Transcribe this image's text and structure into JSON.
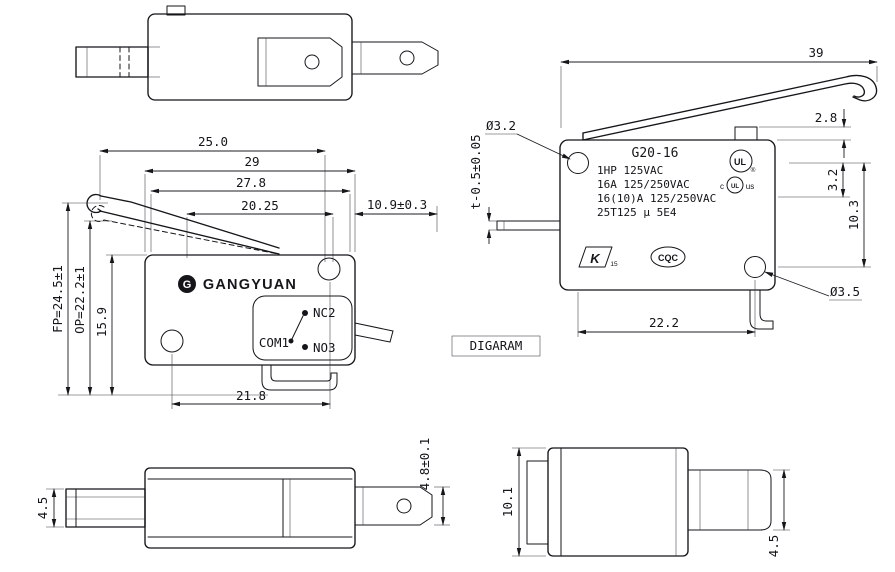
{
  "product": {
    "brand": "GANGYUAN",
    "logo_letter": "G",
    "model": "G20-16",
    "caption": "DIGARAM",
    "ratings": [
      "1HP 125VAC",
      "16A 125/250VAC",
      "16(10)A 125/250VAC",
      "25T125 μ 5E4"
    ],
    "circuit": {
      "nc": "NC2",
      "com": "COM1",
      "no": "NO3"
    },
    "certs": {
      "ul": "UL",
      "ul_reg": "®",
      "c_small": "c",
      "ul_small": "UL",
      "us_small": "us",
      "k": "K",
      "k_num": "15",
      "cqc": "CQC"
    }
  },
  "dims": {
    "front": {
      "lever_span": "25.0",
      "overall_width": "29",
      "body_width": "27.8",
      "inner_span": "20.25",
      "terminal_length": "10.9±0.3",
      "free_position": "FP=24.5±1",
      "operating_position": "OP=22.2±1",
      "body_height": "15.9",
      "hole_spacing": "21.8"
    },
    "side": {
      "lever_length": "39",
      "button_height": "2.8",
      "hole_dia_top": "Ø3.2",
      "terminal_thickness": "t-0.5±0.05",
      "hole_offset": "3.2",
      "hole_vertical": "10.3",
      "hole_dia_bottom": "Ø3.5",
      "hole_spacing": "22.2"
    },
    "bottom": {
      "plunger_width": "4.5",
      "terminal_width": "4.8±0.1"
    },
    "end": {
      "body_height": "10.1",
      "terminal_height": "4.5"
    }
  }
}
